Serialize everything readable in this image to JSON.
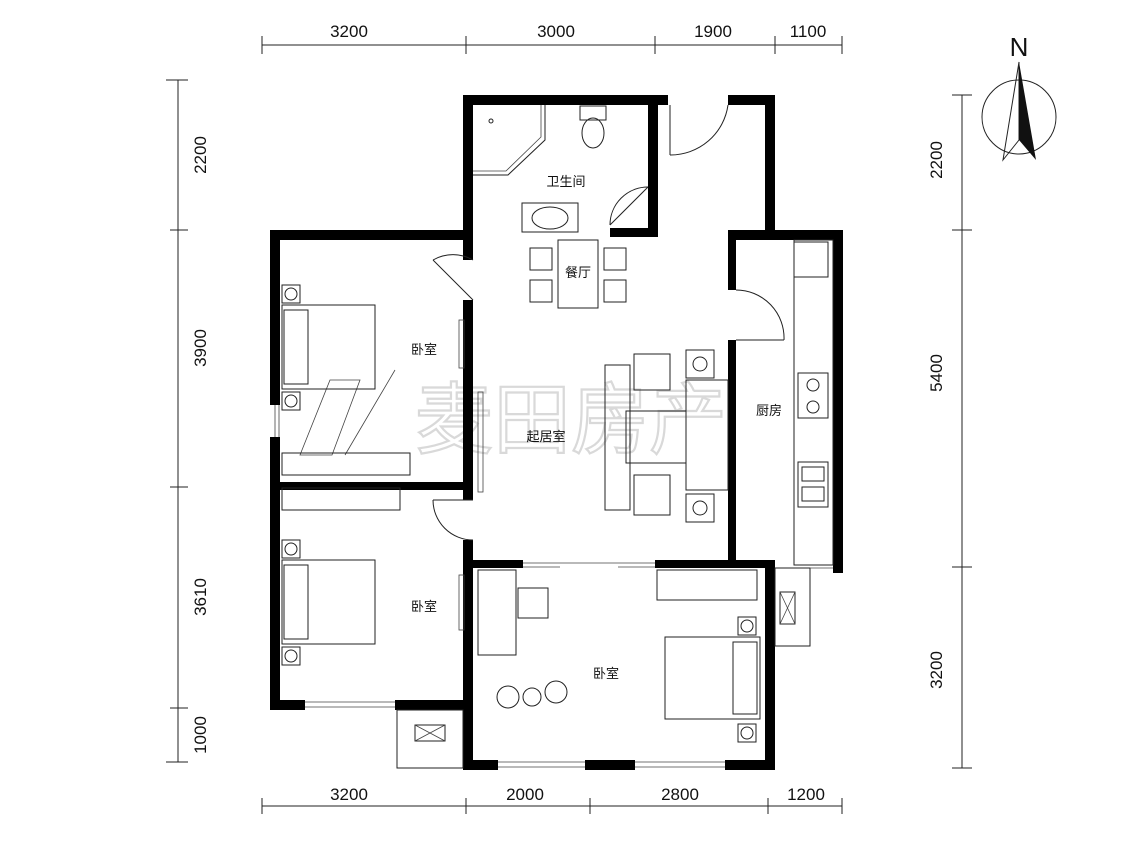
{
  "dimensions": {
    "top": [
      "3200",
      "3000",
      "1900",
      "1100"
    ],
    "bottom": [
      "3200",
      "2000",
      "2800",
      "1200"
    ],
    "left": [
      "2200",
      "3900",
      "3610",
      "1000"
    ],
    "right": [
      "2200",
      "5400",
      "3200"
    ]
  },
  "rooms": {
    "bathroom": "卫生间",
    "dining": "餐厅",
    "bedroom_nw": "卧室",
    "living": "起居室",
    "kitchen": "厨房",
    "bedroom_sw": "卧室",
    "bedroom_s": "卧室"
  },
  "compass": {
    "label": "N"
  },
  "watermark": {
    "text": "麦田房产"
  },
  "colors": {
    "wall": "#000000",
    "line": "#222222",
    "watermark": "#d9d9d9"
  }
}
